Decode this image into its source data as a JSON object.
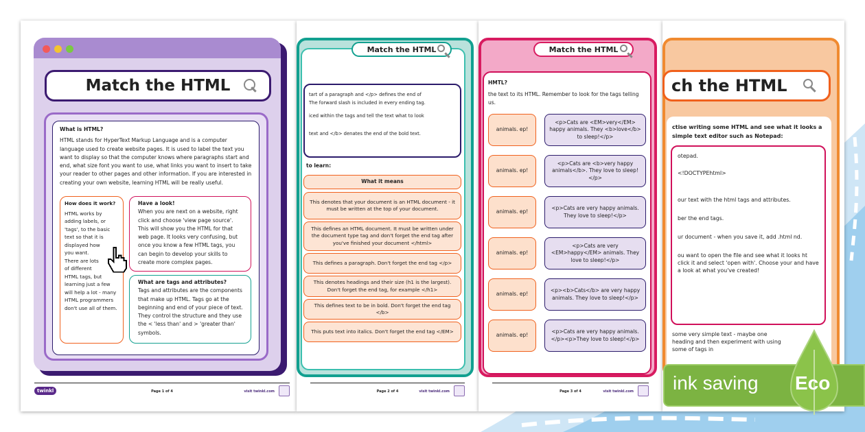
{
  "page1": {
    "title": "Match the HTML",
    "what_heading": "What is HTML?",
    "what_body": "HTML stands for HyperText Markup Language and is a computer language used to create website pages. It is used to label the text you want to display so that the computer knows where paragraphs start and end, what size font you want to use, what links you want to insert to take your reader to other pages and other information. If you are interested in creating your own website, learning HTML will be really useful.",
    "how_heading": "How does it work?",
    "how_body": "HTML works by adding labels, or 'tags', to the basic text so that it is displayed how you want. There are lots of different HTML tags, but learning just a few will help a lot - many HTML programmers don't use all of them.",
    "look_heading": "Have a look!",
    "look_body": "When you are next on a website, right click and choose 'view page source'. This will show you the HTML for that web page. It looks very confusing, but once you know a few HTML tags, you can begin to develop your skills to create more complex pages.",
    "tags_heading": "What are tags and attributes?",
    "tags_body": "Tags and attributes are the components that make up HTML. Tags go at the beginning and end of your piece of text. They control the structure and they use the < 'less than' and > 'greater than' symbols.",
    "page_number": "Page 1 of 4",
    "visit": "visit twinkl.com",
    "logo": "twinkl"
  },
  "page2": {
    "title": "Match the HTML",
    "intro_lines": [
      "tart of a paragraph and </p> defines the end of",
      "The forward slash is included in every ending tag.",
      "iced within the tags and tell the text what to look",
      "text and </b> denates the end of the bold text."
    ],
    "learn_heading": "to learn:",
    "column_header": "What it means",
    "meanings": [
      "This denotes that your document is an HTML document - it must be written at the top of your document.",
      "This defines an HTML document. It must be written under the document type tag and don't forget the end tag after you've finished your document </html>",
      "This defines a paragraph. Don't forget the end tag </p>",
      "This denotes headings and their size (h1 is the largest). Don't forget the end tag, for example </h1>",
      "This defines text to be in bold. Don't forget the end tag </b>",
      "This puts text into italics. Don't forget the end tag </EM>"
    ],
    "page_number": "Page 2 of 4",
    "visit": "visit twinkl.com"
  },
  "page3": {
    "title": "Match the HTML",
    "heading": "HMTL?",
    "instructions": "the text to its HTML. Remember to look for the tags telling us.",
    "left_cards": [
      "animals. ep!",
      "animals. ep!",
      "animals. ep!",
      "animals. ep!",
      "animals. ep!",
      "animals. ep!"
    ],
    "html_cards": [
      "<p>Cats are <EM>very</EM> happy animals. They <b>love</b> to sleep!</p>",
      "<p>Cats are <b>very happy animals</b>. They love to sleep!</p>",
      "<p>Cats are very happy animals. They love to sleep!</p>",
      "<p>Cats are very <EM>happy</EM> animals. They love to sleep!</p>",
      "<p><b>Cats</b> are very happy animals. They love to sleep!</p>",
      "<p>Cats are very happy animals.</p><p>They love to sleep!</p>"
    ],
    "page_number": "Page 3 of 4",
    "visit": "visit twinkl.com"
  },
  "page4": {
    "title": "ch the HTML",
    "intro": "ctise writing some HTML and see what it looks a simple text editor such as Notepad:",
    "steps": [
      "otepad.",
      "<!DOCTYPEhtml>",
      "our text with the html tags and attributes.",
      "ber the end tags.",
      "ur document - when you save it, add .html nd.",
      "ou want to open the file and see what it looks ht click it and select 'open with'. Choose your and have a look at what you've created!"
    ],
    "outro": "some very simple text - maybe one heading and then experiment with using some of tags in"
  },
  "badge": {
    "label": "ink saving",
    "eco": "Eco",
    "color": "#7cb342"
  }
}
